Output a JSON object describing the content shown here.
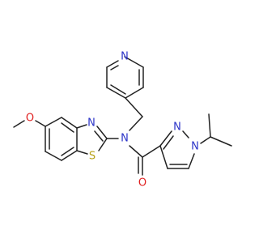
{
  "molecule": {
    "atoms": {
      "pyridine_n": {
        "text": "N",
        "color": "#2b34c8"
      },
      "amide_n": {
        "text": "N",
        "color": "#2b34c8"
      },
      "thiazole_n": {
        "text": "N",
        "color": "#2b34c8"
      },
      "thiazole_s": {
        "text": "S",
        "color": "#b8a21a"
      },
      "methoxy_o": {
        "text": "O",
        "color": "#e02020"
      },
      "carbonyl_o": {
        "text": "O",
        "color": "#e02020"
      },
      "pyrazole_n2": {
        "text": "N",
        "color": "#2b34c8"
      },
      "pyrazole_n1": {
        "text": "N",
        "color": "#2b34c8"
      }
    },
    "bond_color": "#222222"
  }
}
